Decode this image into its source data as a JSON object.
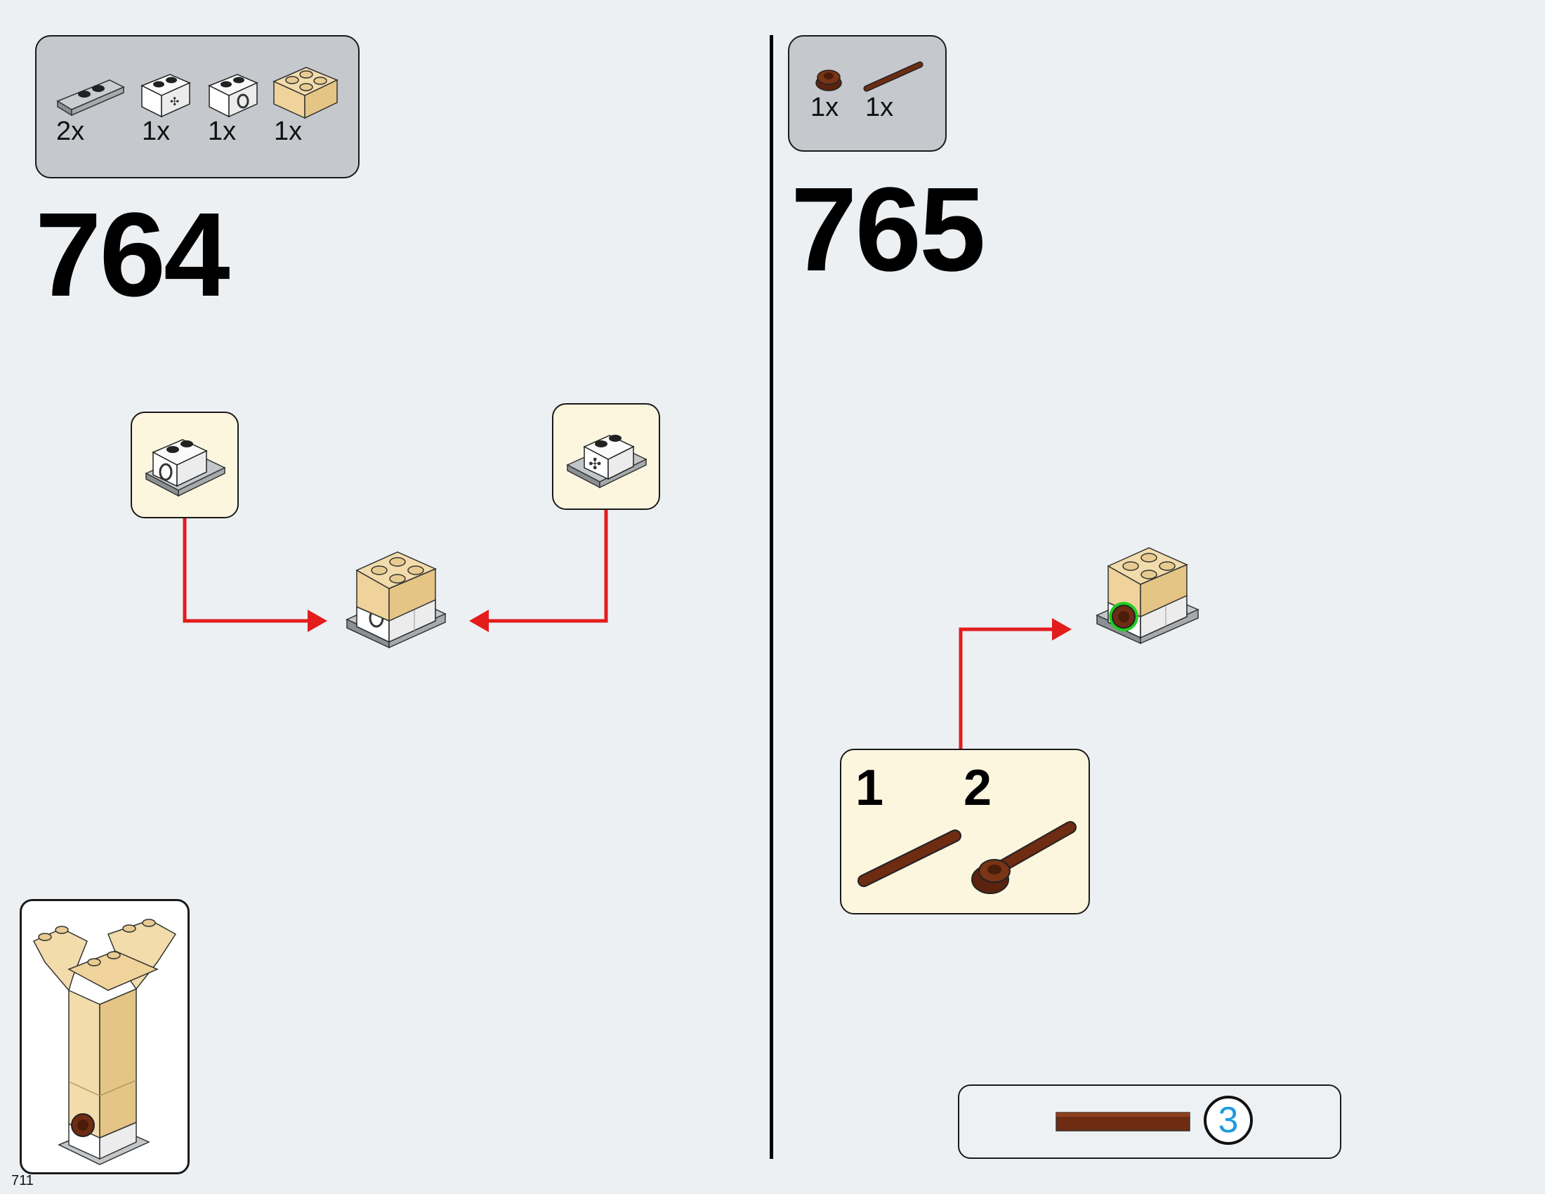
{
  "step_764": {
    "number": "764",
    "parts": [
      {
        "qty": "2x",
        "icon": "gray-plate-1x2-icon"
      },
      {
        "qty": "1x",
        "icon": "white-technic-brick-axle-hole-icon"
      },
      {
        "qty": "1x",
        "icon": "white-technic-brick-pin-hole-icon"
      },
      {
        "qty": "1x",
        "icon": "tan-brick-2x2-icon"
      }
    ]
  },
  "step_765": {
    "number": "765",
    "parts": [
      {
        "qty": "1x",
        "icon": "brown-round-plate-icon"
      },
      {
        "qty": "1x",
        "icon": "brown-axle-bar-icon"
      }
    ],
    "sub_steps": [
      "1",
      "2"
    ],
    "bar_length": "3"
  },
  "page_number": "711",
  "colors": {
    "arrow": "#e31c1c",
    "callout": "#fdf6df",
    "parts_box": "#c5c9cd",
    "tan": "#efd8a4",
    "brown": "#6e2c12",
    "highlight": "#22cc22",
    "gauge_number": "#1e9be0"
  }
}
